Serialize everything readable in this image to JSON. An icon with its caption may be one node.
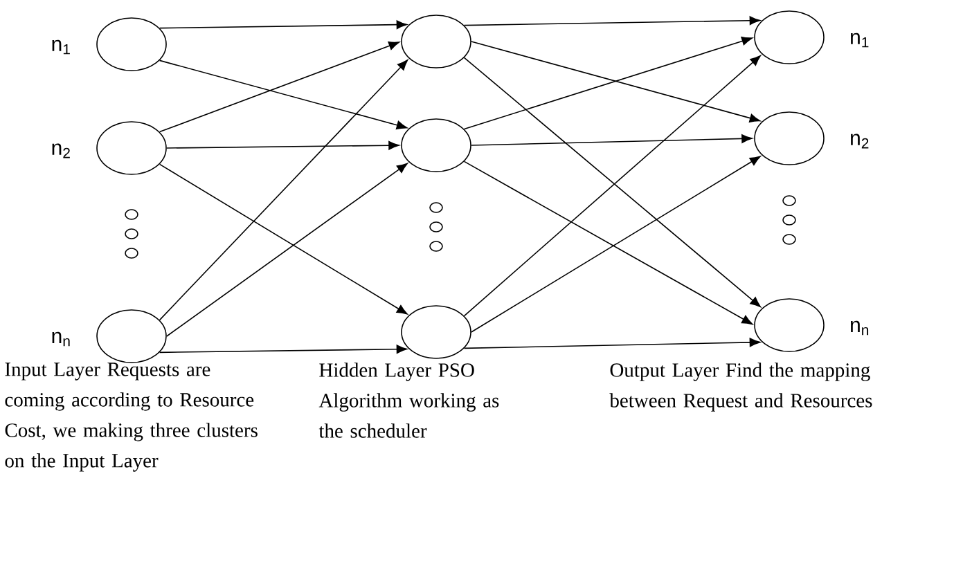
{
  "diagram": {
    "nodes": [
      {
        "text": [],
        "shape": "circle",
        "beside": [
          "n$_{1}$"
        ]
      },
      {
        "text": [],
        "shape": "circle",
        "beside": [
          "n$_{2}$"
        ]
      },
      {
        "text": [],
        "shape": "circle",
        "beside": [
          "n$_{n}$"
        ]
      },
      {
        "text": [],
        "shape": "circle"
      },
      {
        "text": [],
        "shape": "circle"
      },
      {
        "text": [],
        "shape": "circle"
      },
      {
        "text": [],
        "shape": "circle",
        "beside": [
          "n$_{1}$"
        ]
      },
      {
        "text": [],
        "shape": "circle",
        "beside": [
          "n$_{2}$"
        ]
      },
      {
        "text": [],
        "shape": "circle",
        "beside": [
          "n$_{n}$"
        ]
      }
    ],
    "edges": [
      {
        "from": 0,
        "to": 3,
        "arrow": "to"
      },
      {
        "from": 0,
        "to": 4,
        "arrow": "to"
      },
      {
        "from": 1,
        "to": 3,
        "arrow": "to"
      },
      {
        "from": 1,
        "to": 4,
        "arrow": "to"
      },
      {
        "from": 1,
        "to": 5,
        "arrow": "to"
      },
      {
        "from": 2,
        "to": 3,
        "arrow": "to"
      },
      {
        "from": 2,
        "to": 4,
        "arrow": "to"
      },
      {
        "from": 2,
        "to": 5,
        "arrow": "to"
      },
      {
        "from": 3,
        "to": 6,
        "arrow": "to"
      },
      {
        "from": 3,
        "to": 7,
        "arrow": "to"
      },
      {
        "from": 3,
        "to": 8,
        "arrow": "to"
      },
      {
        "from": 4,
        "to": 6,
        "arrow": "to"
      },
      {
        "from": 4,
        "to": 7,
        "arrow": "to"
      },
      {
        "from": 4,
        "to": 8,
        "arrow": "to"
      },
      {
        "from": 5,
        "to": 6,
        "arrow": "to"
      },
      {
        "from": 5,
        "to": 7,
        "arrow": "to"
      },
      {
        "from": 5,
        "to": 8,
        "arrow": "to"
      }
    ],
    "labels": [
      "Input Layer Requests are coming according to Resource Cost, we making three clusters on the Input Layer",
      "Hidden Layer PSO Algorithm working as the scheduler",
      "Output Layer Find the mapping between Request and Resources"
    ]
  }
}
